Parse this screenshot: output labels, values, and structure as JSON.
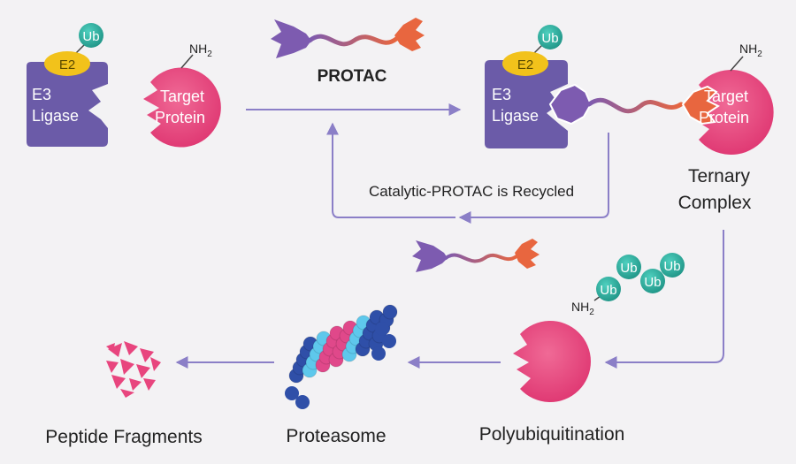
{
  "labels": {
    "protac": "PROTAC",
    "e3_line1": "E3",
    "e3_line2": "Ligase",
    "e2": "E2",
    "ub": "Ub",
    "nh2": "NH",
    "nh2_sub": "2",
    "target_line1": "Target",
    "target_line2": "Protein",
    "recycled": "Catalytic-PROTAC is Recycled",
    "ternary_line1": "Ternary",
    "ternary_line2": "Complex",
    "polyubiquitination": "Polyubiquitination",
    "proteasome": "Proteasome",
    "peptide_fragments": "Peptide Fragments"
  },
  "colors": {
    "background": "#f3f2f4",
    "ligase": "#6b5ba8",
    "e2": "#f2c21b",
    "ub": "#2fb0a0",
    "target": "#e8457e",
    "protac_left": "#7d5bb0",
    "protac_right": "#e8663f",
    "arrow": "#8b7fc7",
    "proteasome_dark": "#2f4fa8",
    "proteasome_pink": "#e0488a",
    "proteasome_cyan": "#5ec8ec",
    "fragments": "#e8457e"
  }
}
